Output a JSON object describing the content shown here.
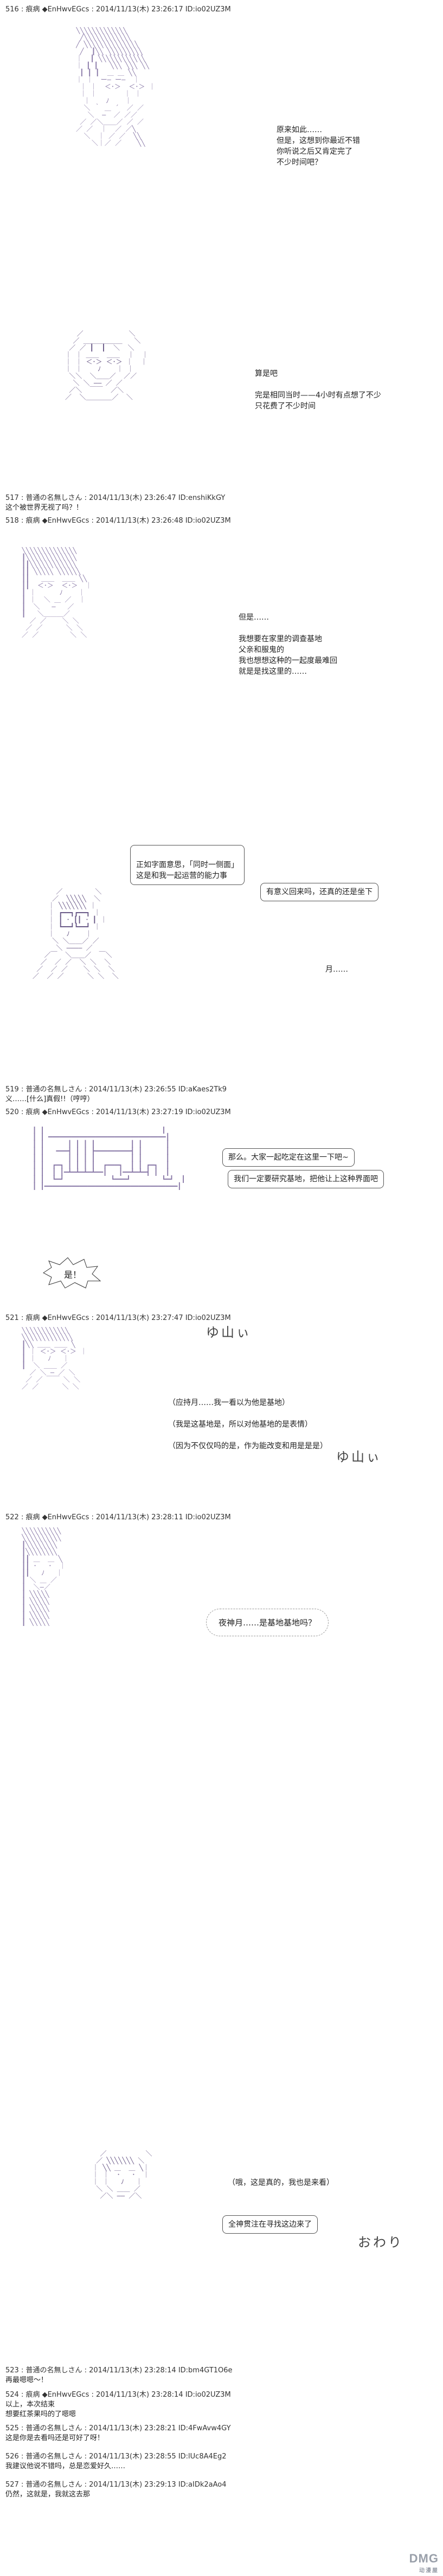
{
  "posts": [
    {
      "header": "516 : 痕病 ◆EnHwvEGcs : 2014/11/13(木) 23:26:17 ID:io02UZ3M",
      "lines": [
        "原来如此……",
        "但是，这想到你最近不错",
        "你听说之后又肯定完了",
        "不少时间吧？"
      ]
    },
    {
      "lines_b": [
        "算是吧",
        "",
        "完是相同当时——4小时有点想了不少",
        "只花费了不少时间"
      ]
    },
    {
      "header": "517 : 普通の名無しさん : 2014/11/13(木) 23:26:47 ID:enshiKkGY",
      "reply": "这个被世界无视了吗？！"
    },
    {
      "header": "518 : 痕病 ◆EnHwvEGcs : 2014/11/13(木) 23:26:48 ID:io02UZ3M",
      "lines": [
        "但是……",
        "",
        "我想要在家里的调查基地",
        "父亲和服鬼的",
        "我也想想这种的一起度最难回",
        "就是是找这里的……"
      ]
    },
    {
      "bubbles": [
        "正如字面意思，「同时一侧面」",
        "这是和我一起运营的能力事",
        "有意义回来吗，还真的还是坐下",
        "月……"
      ]
    },
    {
      "header": "519 : 普通の名無しさん : 2014/11/13(木) 23:26:55 ID:aKaes2Tk9",
      "reply": "义……[什么]真假!!（哼哼）"
    },
    {
      "header": "520 : 痕病 ◆EnHwvEGcs : 2014/11/13(木) 23:27:19 ID:io02UZ3M",
      "bubbles": [
        "那么。大家一起吃定在这里一下吧~",
        "我们一定要研究基地，把他让上这种界面吧"
      ],
      "burst": "是！"
    },
    {
      "header": "521 : 痕病 ◆EnHwvEGcs : 2014/11/13(木) 23:27:47 ID:io02UZ3M",
      "lines": [
        "（应持月……我一看以为他是基地）",
        "",
        "（我是这基地是，所以对他基地的是表情）",
        "",
        "（因为不仅仅吗的是，作为能改变和用是是是）"
      ],
      "onomatopoeia": "ゆ山ぃ"
    },
    {
      "header": "522 : 痕病 ◆EnHwvEGcs : 2014/11/13(木) 23:28:11 ID:io02UZ3M",
      "bubble": "夜神月……是基地基地吗？"
    },
    {
      "lines": [
        "（哦，这是真的，我也是来看）",
        "全神贯注在寻找这边来了"
      ],
      "onomatopoeia": "おわり"
    },
    {
      "header": "523 : 普通の名無しさん : 2014/11/13(木) 23:28:14 ID:bm4GT1O6e",
      "reply": "再最嗯嗯～！"
    },
    {
      "header": "524 : 痕病 ◆EnHwvEGcs : 2014/11/13(木) 23:28:14 ID:io02UZ3M",
      "reply": "以上，本次结束 ",
      "reply2": "想要红茶果吗的了嗯嗯"
    },
    {
      "header": "525 : 普通の名無しさん : 2014/11/13(木) 23:28:21 ID:4FwAvw4GY",
      "reply": "这是你是去看吗还是可好了呀！"
    },
    {
      "header": "526 : 普通の名無しさん : 2014/11/13(木) 23:28:55 ID:lUc8A4Eg2",
      "reply": "我建议他说不错吗，总是恋爱好久……"
    },
    {
      "header": "527 : 普通の名無しさん : 2014/11/13(木) 23:29:13 ID:aIDk2aAo4",
      "reply": "仍然，这就是，我就这去那"
    }
  ],
  "logo": {
    "main": "DMG",
    "sub": "动漫屋"
  },
  "colors": {
    "ascii_art": "#8a7aa8",
    "trip": "#1a1a8a",
    "text": "#222222"
  }
}
